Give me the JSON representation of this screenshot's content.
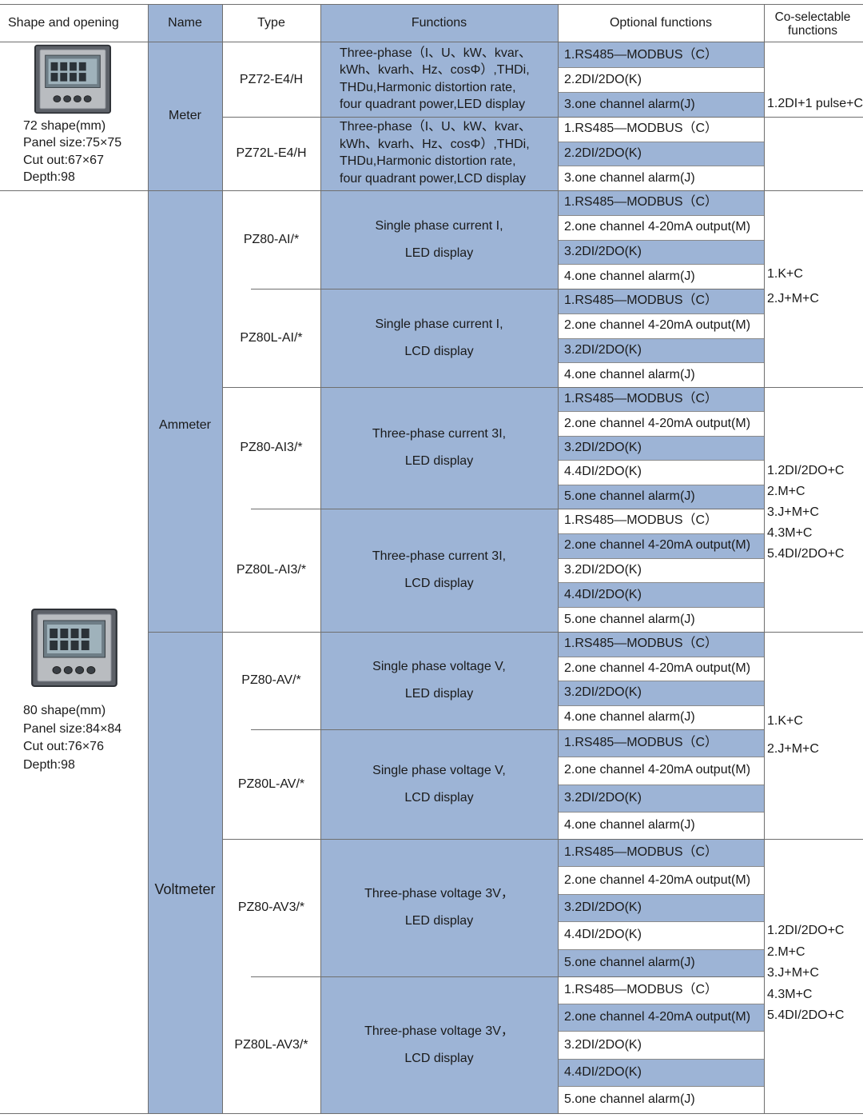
{
  "headers": {
    "shape": "Shape and opening",
    "name": "Name",
    "type": "Type",
    "functions": "Functions",
    "optional": "Optional functions",
    "co_line1": "Co-selectable",
    "co_line2": "functions"
  },
  "shape_72": {
    "label": "72 shape(mm)",
    "panel": "Panel size:75×75",
    "cutout": "Cut out:67×67",
    "depth": "Depth:98"
  },
  "shape_80": {
    "label": "80 shape(mm)",
    "panel": "Panel size:84×84",
    "cutout": "Cut out:76×76",
    "depth": "Depth:98"
  },
  "names": {
    "meter": "Meter",
    "ammeter": "Ammeter",
    "voltmeter": "Voltmeter"
  },
  "rows": [
    {
      "type": "PZ72-E4/H",
      "functions": [
        "Three-phase（I、U、kW、kvar、",
        "kWh、kvarh、Hz、cosΦ）,THDi,",
        "THDu,Harmonic distortion rate,",
        "four quadrant power,LED display"
      ],
      "options": [
        "1.RS485—MODBUS（C）",
        "2.2DI/2DO(K)",
        "3.one channel alarm(J)"
      ]
    },
    {
      "type": "PZ72L-E4/H",
      "functions": [
        "Three-phase（I、U、kW、kvar、",
        "kWh、kvarh、Hz、cosΦ）,THDi,",
        "THDu,Harmonic distortion rate,",
        "four quadrant power,LCD display"
      ],
      "options": [
        "1.RS485—MODBUS（C）",
        "2.2DI/2DO(K)",
        "3.one channel alarm(J)"
      ]
    },
    {
      "type": "PZ80-AI/*",
      "functions": [
        "Single phase current I,",
        "LED display"
      ],
      "options": [
        "1.RS485—MODBUS（C）",
        "2.one channel 4-20mA output(M)",
        "3.2DI/2DO(K)",
        "4.one channel alarm(J)"
      ]
    },
    {
      "type": "PZ80L-AI/*",
      "functions": [
        "Single phase current I,",
        "LCD display"
      ],
      "options": [
        "1.RS485—MODBUS（C）",
        "2.one channel 4-20mA output(M)",
        "3.2DI/2DO(K)",
        "4.one channel alarm(J)"
      ]
    },
    {
      "type": "PZ80-AI3/*",
      "functions": [
        "Three-phase current 3I,",
        "LED display"
      ],
      "options": [
        "1.RS485—MODBUS（C）",
        "2.one channel 4-20mA output(M)",
        "3.2DI/2DO(K)",
        "4.4DI/2DO(K)",
        "5.one channel alarm(J)"
      ]
    },
    {
      "type": "PZ80L-AI3/*",
      "functions": [
        "Three-phase current 3I,",
        "LCD display"
      ],
      "options": [
        "1.RS485—MODBUS（C）",
        "2.one channel 4-20mA output(M)",
        "3.2DI/2DO(K)",
        "4.4DI/2DO(K)",
        "5.one channel alarm(J)"
      ]
    },
    {
      "type": "PZ80-AV/*",
      "functions": [
        "Single phase voltage V,",
        "LED display"
      ],
      "options": [
        "1.RS485—MODBUS（C）",
        "2.one channel 4-20mA output(M)",
        "3.2DI/2DO(K)",
        "4.one channel alarm(J)"
      ]
    },
    {
      "type": "PZ80L-AV/*",
      "functions": [
        "Single phase voltage V,",
        "LCD display"
      ],
      "options": [
        "1.RS485—MODBUS（C）",
        "2.one channel 4-20mA output(M)",
        "3.2DI/2DO(K)",
        "4.one channel alarm(J)"
      ]
    },
    {
      "type": "PZ80-AV3/*",
      "functions": [
        "Three-phase voltage 3V，",
        "LED display"
      ],
      "options": [
        "1.RS485—MODBUS（C）",
        "2.one channel 4-20mA output(M)",
        "3.2DI/2DO(K)",
        "4.4DI/2DO(K)",
        "5.one channel alarm(J)"
      ]
    },
    {
      "type": "PZ80L-AV3/*",
      "functions": [
        "Three-phase voltage 3V，",
        "LCD display"
      ],
      "options": [
        "1.RS485—MODBUS（C）",
        "2.one channel 4-20mA output(M)",
        "3.2DI/2DO(K)",
        "4.4DI/2DO(K)",
        "5.one channel alarm(J)"
      ]
    }
  ],
  "co_selectable": [
    [
      "1.2DI+1 pulse+C"
    ],
    [
      "1.K+C",
      "2.J+M+C"
    ],
    [
      "1.2DI/2DO+C",
      "2.M+C",
      "3.J+M+C",
      "4.3M+C",
      "5.4DI/2DO+C"
    ],
    [
      "1.K+C",
      "2.J+M+C"
    ],
    [
      "1.2DI/2DO+C",
      "2.M+C",
      "3.J+M+C",
      "4.3M+C",
      "5.4DI/2DO+C"
    ]
  ]
}
